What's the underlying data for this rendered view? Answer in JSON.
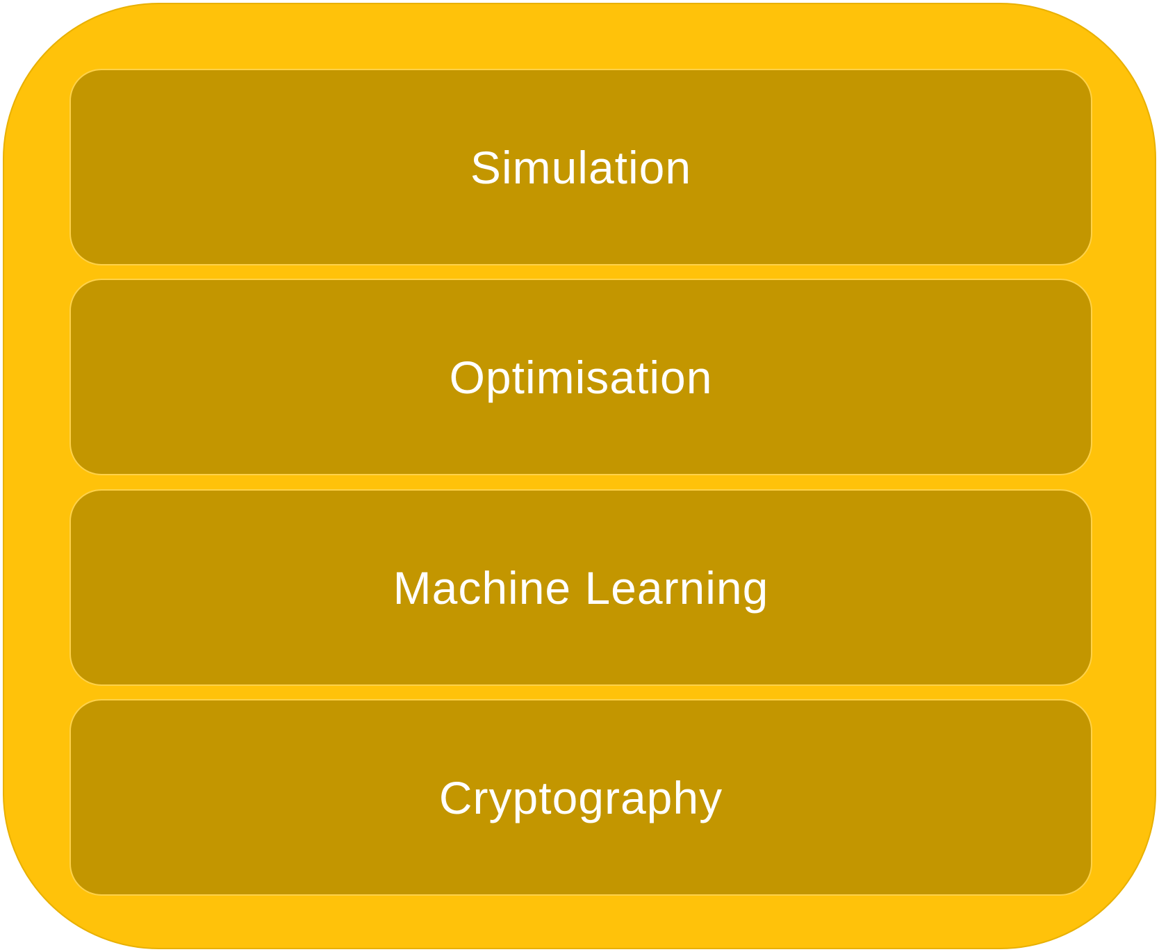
{
  "layers": [
    {
      "label": "Simulation"
    },
    {
      "label": "Optimisation"
    },
    {
      "label": "Machine Learning"
    },
    {
      "label": "Cryptography"
    }
  ],
  "colors": {
    "outer_fill": "#FFC20A",
    "layer_fill": "#C39600",
    "text": "#FFFFFF"
  }
}
